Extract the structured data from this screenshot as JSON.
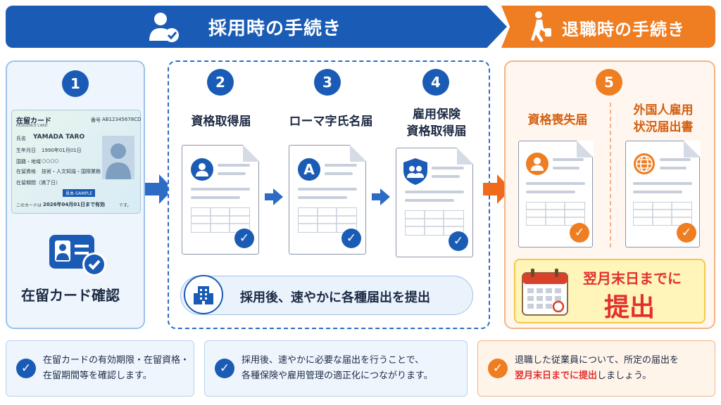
{
  "header": {
    "hire_title": "採用時の手続き",
    "retire_title": "退職時の手続き"
  },
  "step1": {
    "number": "1",
    "card": {
      "title": "在留カード",
      "subtitle": "RESIDENCE CARD",
      "number_label": "番号",
      "number_value": "AB12345678CD",
      "name_label": "氏名",
      "name_value": "YAMADA TARO",
      "dob_label": "生年月日",
      "dob_value": "1990年01月01日",
      "nationality_label": "国籍・地域",
      "nationality_value": "○○○○",
      "status_label": "在留資格",
      "status_value": "技術・人文知識・国際業務",
      "period_label": "在留期間（満了日）",
      "sample_badge": "見本-SAMPLE",
      "expiry_prefix": "このカードは",
      "expiry_value": "2026年04月01日まで有効",
      "expiry_suffix": "です。"
    },
    "label": "在留カード確認"
  },
  "step2": {
    "number": "2",
    "title": "資格取得届"
  },
  "step3": {
    "number": "3",
    "title": "ローマ字氏名届",
    "icon_letter": "A"
  },
  "step4": {
    "number": "4",
    "title_line1": "雇用保険",
    "title_line2": "資格取得届"
  },
  "hire_footer": "採用後、速やかに各種届出を提出",
  "step5": {
    "number": "5",
    "doc1_title": "資格喪失届",
    "doc2_title_line1": "外国人雇用",
    "doc2_title_line2": "状況届出書",
    "deadline_line1": "翌月末日までに",
    "deadline_line2": "提出"
  },
  "notes": {
    "note1_line1": "在留カードの有効期限・在留資格・",
    "note1_line2": "在留期間等を確認します。",
    "note2_line1": "採用後、速やかに必要な届出を行うことで、",
    "note2_line2": "各種保険や雇用管理の適正化につながります。",
    "note3_line1": "退職した従業員について、所定の届出を",
    "note3_highlight": "翌月末日までに提出",
    "note3_suffix": "しましょう。"
  },
  "icons": {
    "hire_banner": "person-check-icon",
    "retire_banner": "walking-person-icon",
    "id_card": "id-card-check-icon",
    "building": "building-icon",
    "calendar": "calendar-icon"
  },
  "colors": {
    "blue": "#1a5bb5",
    "orange": "#ef7d22",
    "red": "#e23030"
  }
}
